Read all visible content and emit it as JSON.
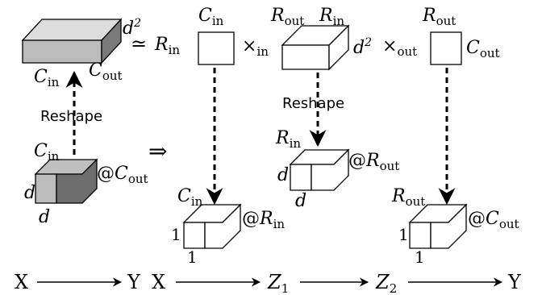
{
  "labels": {
    "C": "C",
    "R": "R",
    "d": "d",
    "one": "1",
    "sq": "2",
    "in": "in",
    "out": "out",
    "at": "@",
    "simeq": "≃",
    "times": "×",
    "reshape": "Reshape",
    "implies": "⇒",
    "X": "X",
    "Y": "Y",
    "Z": "Z",
    "z1": "1",
    "z2": "2"
  }
}
